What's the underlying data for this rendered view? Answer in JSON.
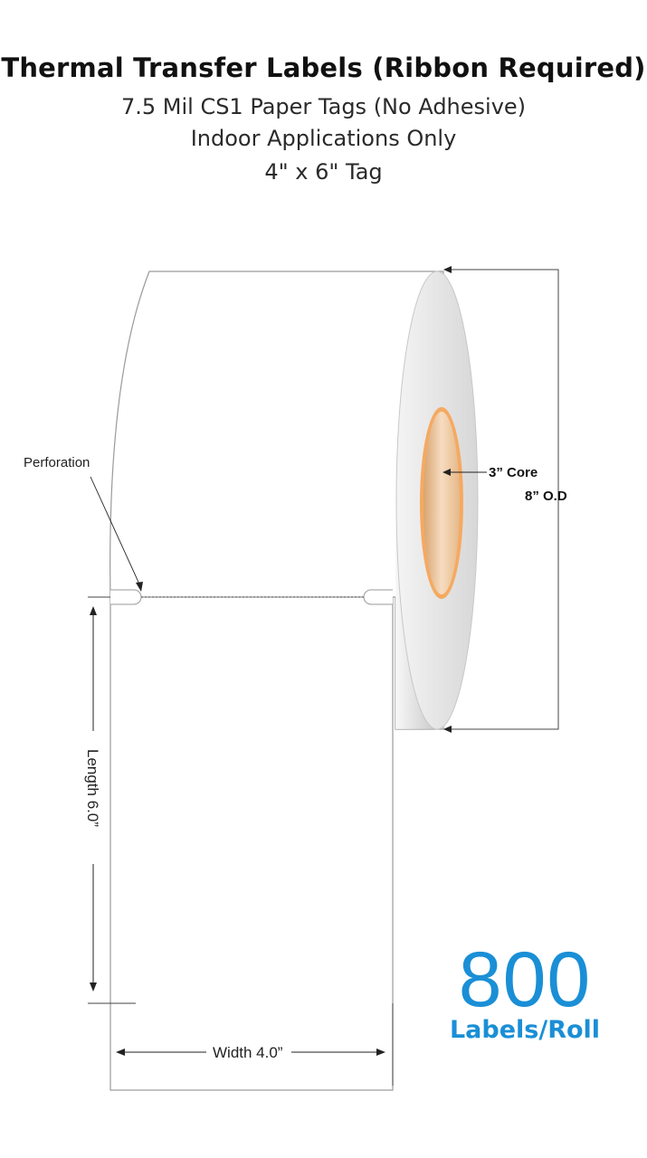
{
  "header": {
    "title": "Thermal Transfer Labels (Ribbon Required)",
    "line1": "7.5 Mil CS1 Paper Tags (No Adhesive)",
    "line2": "Indoor Applications Only",
    "line3": "4\" x 6\" Tag"
  },
  "diagram": {
    "perforation_label": "Perforation",
    "core_label": "3” Core",
    "od_label": "8” O.D",
    "length_label": "Length 6.0”",
    "width_label": "Width 4.0”"
  },
  "roll_count": {
    "value": "800",
    "unit": "Labels/Roll"
  },
  "colors": {
    "accent": "#1a8fd6",
    "core_ring": "#f5a962"
  }
}
